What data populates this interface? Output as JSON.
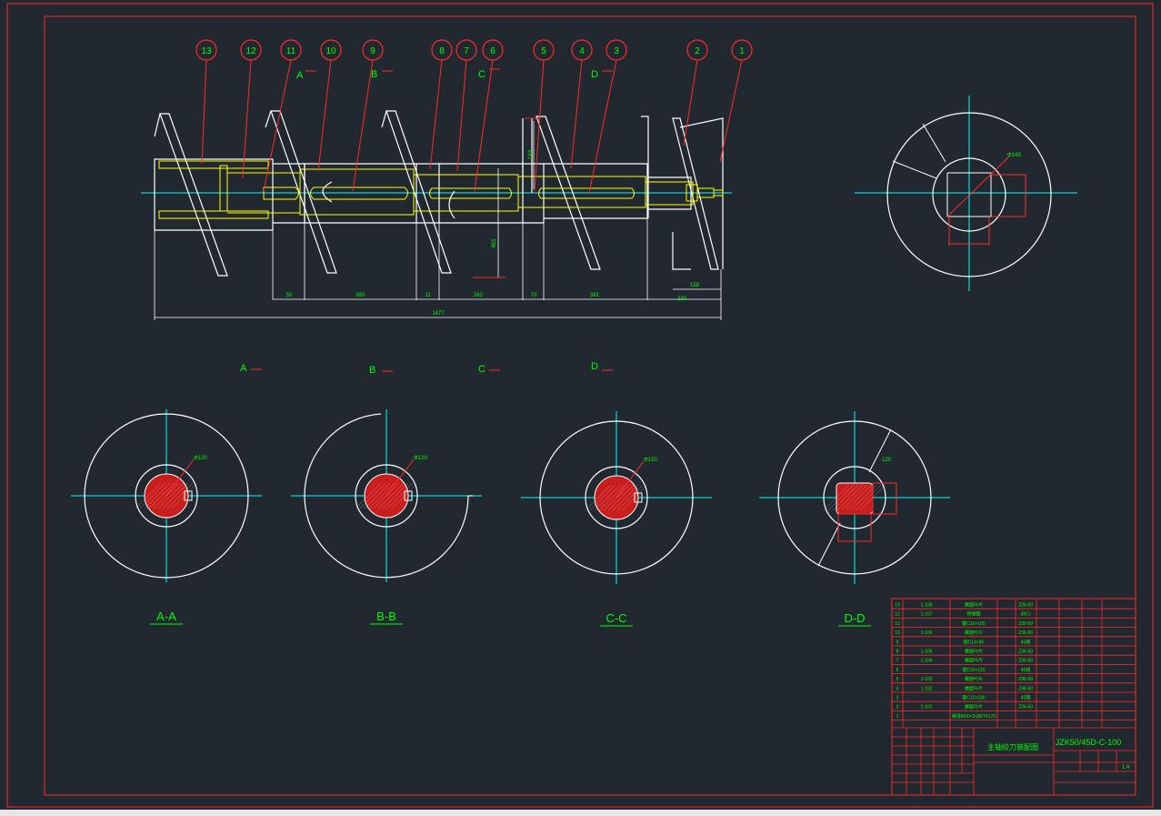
{
  "colors": {
    "background": "#212830",
    "frame": "#ff2a2a",
    "outline": "#ffffff",
    "centerline": "#00ffff",
    "shaft": "#ffff00",
    "dimension": "#00ff00",
    "balloon": "#ff2a2a",
    "hatch": "#c81e1e"
  },
  "balloons": [
    "13",
    "12",
    "11",
    "10",
    "9",
    "8",
    "7",
    "6",
    "5",
    "4",
    "3",
    "2",
    "1"
  ],
  "section_markers_top": [
    "A",
    "B",
    "C",
    "D"
  ],
  "section_markers_mid": [
    "A",
    "B",
    "C",
    "D"
  ],
  "dimensions": {
    "horizontal_row": [
      "55",
      "380",
      "11",
      "262",
      "70",
      "381",
      "230"
    ],
    "total": "1477",
    "right_end": "158",
    "vertical_left": "163",
    "vertical_right": "463"
  },
  "section_views": [
    {
      "label": "A-A",
      "note": "Φ120"
    },
    {
      "label": "B-B",
      "note": "Φ120"
    },
    {
      "label": "C-C",
      "note": "Φ120"
    },
    {
      "label": "D-D",
      "note": "120"
    }
  ],
  "end_view_note": "Φ145",
  "title_block": {
    "drawing_number": "JZK50/45D-C-100",
    "title": "主轴绞刀装配图",
    "scale": "1:4",
    "parts": [
      {
        "no": "13",
        "code": "1-108",
        "name": "螺旋叶片",
        "material": "Z36-50"
      },
      {
        "no": "12",
        "code": "1-107",
        "name": "焊接键",
        "material": "45Cr"
      },
      {
        "no": "11",
        "code": "",
        "name": "键C16×100",
        "material": "Z36-50"
      },
      {
        "no": "10",
        "code": "1-106",
        "name": "螺旋叶片",
        "material": "Z36-50"
      },
      {
        "no": "9",
        "code": "",
        "name": "键C14×85",
        "material": "45钢"
      },
      {
        "no": "8",
        "code": "1-105",
        "name": "螺旋叶片",
        "material": "Z36-50"
      },
      {
        "no": "7",
        "code": "1-104",
        "name": "螺旋叶片",
        "material": "Z36-50"
      },
      {
        "no": "6",
        "code": "",
        "name": "键C16×115",
        "material": "45钢"
      },
      {
        "no": "5",
        "code": "1-103",
        "name": "螺旋叶片",
        "material": "Z36-50"
      },
      {
        "no": "4",
        "code": "1-102",
        "name": "螺旋叶片",
        "material": "Z36-50"
      },
      {
        "no": "3",
        "code": "",
        "name": "键C12×180",
        "material": "45钢"
      },
      {
        "no": "2",
        "code": "1-101",
        "name": "螺旋叶片",
        "material": "Z36-50"
      },
      {
        "no": "1",
        "code": "",
        "name": "螺母M30×2GB/T6170",
        "material": ""
      }
    ]
  }
}
